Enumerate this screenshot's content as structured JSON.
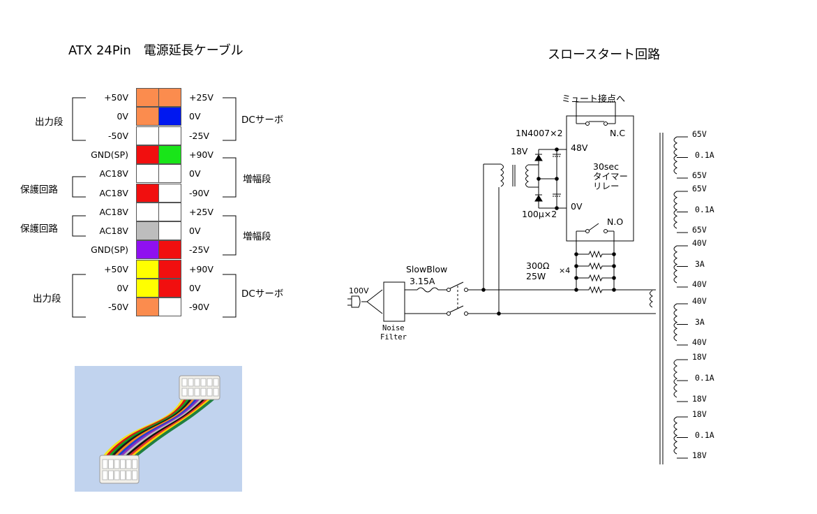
{
  "left_title": "ATX 24Pin　電源延長ケーブル",
  "right_title": "スロースタート回路",
  "connector": {
    "rows": [
      {
        "left": "+50V",
        "right": "+25V",
        "c1": "#fb8c4e",
        "c2": "#fb8c4e"
      },
      {
        "left": "0V",
        "right": "0V",
        "c1": "#fb8c4e",
        "c2": "#0018f0"
      },
      {
        "left": "-50V",
        "right": "-25V",
        "c1": "#ffffff",
        "c2": "#ffffff"
      },
      {
        "left": "GND(SP)",
        "right": "+90V",
        "c1": "#f10f0f",
        "c2": "#19e519"
      },
      {
        "left": "AC18V",
        "right": "0V",
        "c1": "#ffffff",
        "c2": "#ffffff"
      },
      {
        "left": "AC18V",
        "right": "-90V",
        "c1": "#f10f0f",
        "c2": "#ffffff"
      },
      {
        "left": "AC18V",
        "right": "+25V",
        "c1": "#ffffff",
        "c2": "#ffffff"
      },
      {
        "left": "AC18V",
        "right": "0V",
        "c1": "#bdbdbd",
        "c2": "#ffffff"
      },
      {
        "left": "GND(SP)",
        "right": "-25V",
        "c1": "#8f10f0",
        "c2": "#f10f0f"
      },
      {
        "left": "+50V",
        "right": "+90V",
        "c1": "#ffff00",
        "c2": "#f10f0f"
      },
      {
        "left": "0V",
        "right": "0V",
        "c1": "#ffff00",
        "c2": "#f10f0f"
      },
      {
        "left": "-50V",
        "right": "-90V",
        "c1": "#fb8c4e",
        "c2": "#ffffff"
      }
    ],
    "left_groups": [
      "出力段",
      "保護回路",
      "保護回路",
      "出力段"
    ],
    "right_groups": [
      "DCサーボ",
      "増幅段",
      "増幅段",
      "DCサーボ"
    ]
  },
  "circuit": {
    "mute_label": "ミュート接点へ",
    "diode_label": "1N4007×2",
    "v18": "18V",
    "v48": "48V",
    "v0": "0V",
    "cap_label": "100μ×2",
    "timer_lines": [
      "30sec",
      "タイマー",
      "リレー"
    ],
    "nc": "N.C",
    "no": "N.O",
    "res_value": "300Ω",
    "res_watt": "25W",
    "res_count": "×4",
    "fuse_line1": "SlowBlow",
    "fuse_line2": "3.15A",
    "ac_in": "100V",
    "filter_line1": "Noise",
    "filter_line2": "Filter"
  },
  "transformer_taps": [
    "65V",
    "0.1A",
    "65V",
    "65V",
    "0.1A",
    "65V",
    "40V",
    "3A",
    "40V",
    "40V",
    "3A",
    "40V",
    "18V",
    "0.1A",
    "18V",
    "18V",
    "0.1A",
    "18V"
  ],
  "wire_colors": [
    "#f3e51a",
    "#d41414",
    "#14a020",
    "#1a1a1a",
    "#ff8a1a",
    "#2040d0",
    "#8a30c0",
    "#bbbbbb",
    "#111111",
    "#e03030",
    "#ffd000",
    "#208040"
  ]
}
